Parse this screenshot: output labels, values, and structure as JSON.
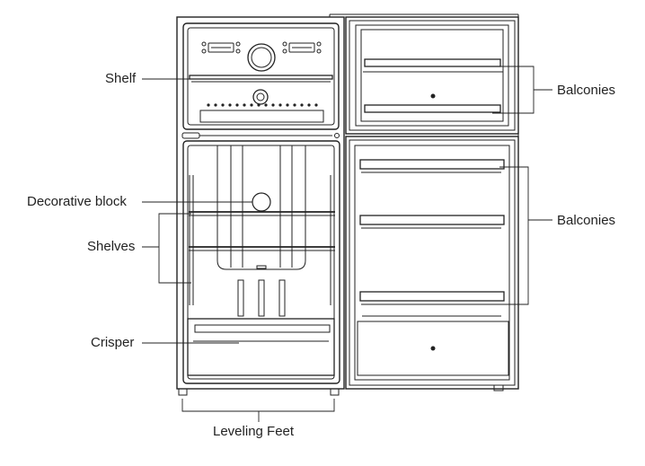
{
  "labels": {
    "shelf": "Shelf",
    "decorative_block": "Decorative block",
    "shelves": "Shelves",
    "crisper": "Crisper",
    "leveling_feet": "Leveling Feet",
    "balconies_top": "Balconies",
    "balconies_bottom": "Balconies"
  },
  "colors": {
    "line": "#222222",
    "background": "#ffffff"
  }
}
